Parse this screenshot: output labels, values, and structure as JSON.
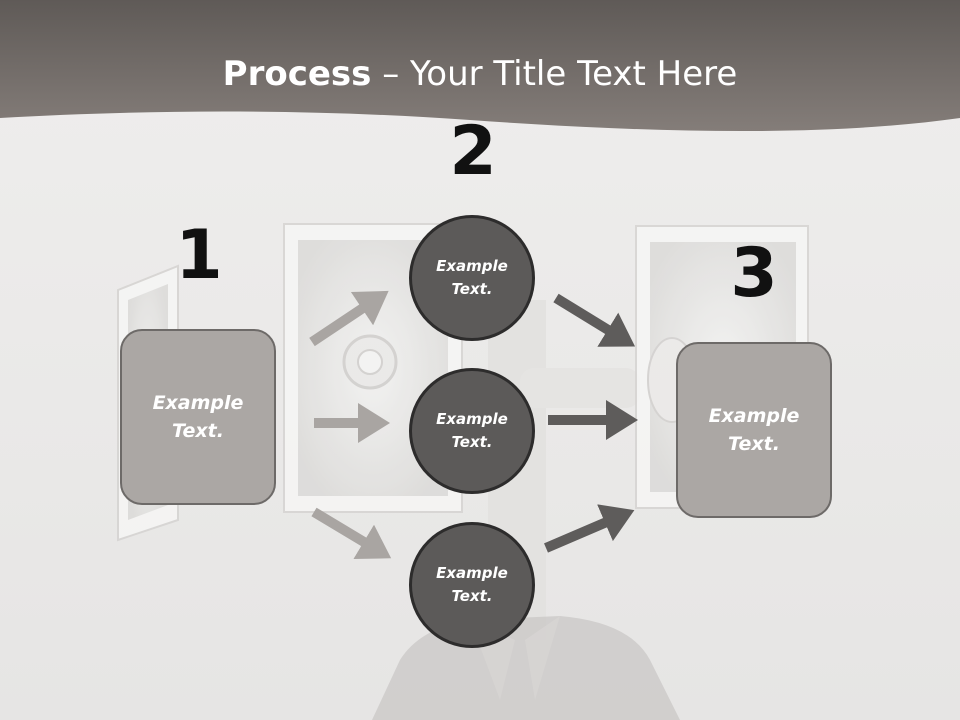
{
  "slide": {
    "title_bold": "Process",
    "title_dash": " – ",
    "title_rest": "Your Title Text Here"
  },
  "steps": [
    {
      "number": "1",
      "text": "Example Text."
    },
    {
      "number": "2",
      "text": "Example Text."
    },
    {
      "number": "3",
      "text": "Example Text."
    }
  ],
  "circles": [
    {
      "text": "Example Text."
    },
    {
      "text": "Example Text."
    },
    {
      "text": "Example Text."
    }
  ],
  "colors": {
    "header_band": "#6e6967",
    "box_fill": "#aba7a4",
    "circle_fill": "#5c5a59",
    "arrow_left": "#a9a5a2",
    "arrow_right": "#5e5c5b"
  }
}
